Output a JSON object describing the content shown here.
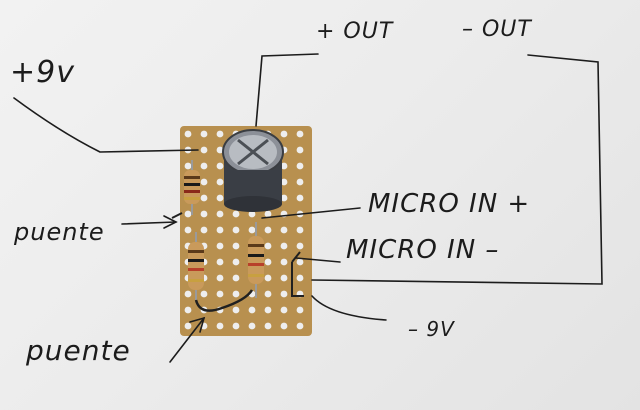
{
  "labels": {
    "plus_9v": "+9v",
    "plus_out": "+ OUT",
    "minus_out": "– OUT",
    "micro_in_plus": "MICRO IN +",
    "micro_in_minus": "MICRO IN –",
    "minus_9v": "– 9V",
    "puente_top": "puente",
    "puente_bottom": "puente"
  },
  "colors": {
    "board": "#b8904f",
    "board_hole": "#eeeeee",
    "ink": "#1c1c1c",
    "capacitor_body": "#4a4e55",
    "resistor_body": "#c99a5b"
  }
}
